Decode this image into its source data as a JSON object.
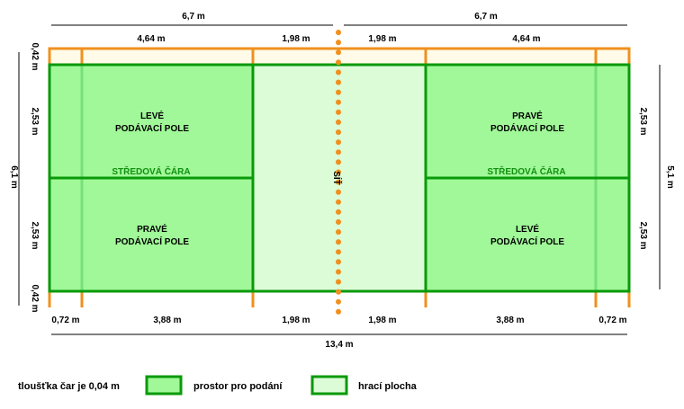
{
  "dimensions": {
    "half_width_left": "6,7 m",
    "half_width_right": "6,7 m",
    "top_left_main": "4,64 m",
    "top_left_short": "1,98 m",
    "top_right_short": "1,98 m",
    "top_right_main": "4,64 m",
    "bottom_left_back": "0,72 m",
    "bottom_left_main": "3,88 m",
    "bottom_left_short": "1,98 m",
    "bottom_right_short": "1,98 m",
    "bottom_right_main": "3,88 m",
    "bottom_right_back": "0,72 m",
    "total_length": "13,4 m",
    "left_side_top": "0,42 m",
    "left_side_upper": "2,53 m",
    "left_side_lower": "2,53 m",
    "left_side_bottom": "0,42 m",
    "total_width_left": "6,1 m",
    "right_side_upper": "2,53 m",
    "right_side_lower": "2,53 m",
    "total_width_right": "5,1 m"
  },
  "zones": {
    "left_upper_line1": "LEVÉ",
    "left_upper_line2": "PODÁVACÍ  POLE",
    "left_lower_line1": "PRAVÉ",
    "left_lower_line2": "PODÁVACÍ  POLE",
    "right_upper_line1": "PRAVÉ",
    "right_upper_line2": "PODÁVACÍ  POLE",
    "right_lower_line1": "LEVÉ",
    "right_lower_line2": "PODÁVACÍ  POLE"
  },
  "center_line_left": "STŘEDOVÁ ČÁRA",
  "center_line_right": "STŘEDOVÁ ČÁRA",
  "net_label": "SÍŤ",
  "legend": {
    "line_thickness": "tloušťka čar je 0,04 m",
    "service_area": "prostor pro podání",
    "play_area": "hrací plocha"
  },
  "colors": {
    "outer_line": "#f0901e",
    "court_line": "#0a9a0a",
    "service_fill": "#a0f898",
    "play_fill": "#dcfcd8",
    "outer_fill": "#fffbe8",
    "inner_line": "#78e078",
    "label_green": "#109010"
  }
}
